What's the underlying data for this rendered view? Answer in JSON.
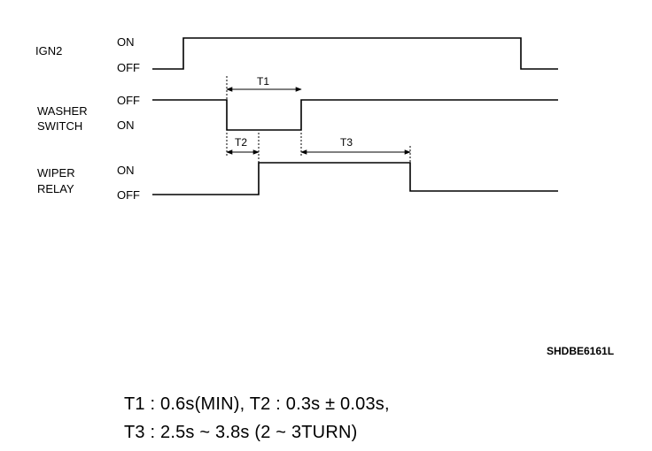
{
  "signals": [
    {
      "name": "IGN2",
      "states": [
        "ON",
        "OFF"
      ]
    },
    {
      "name_lines": [
        "WASHER",
        "SWITCH"
      ],
      "states": [
        "OFF",
        "ON"
      ]
    },
    {
      "name_lines": [
        "WIPER",
        "RELAY"
      ],
      "states": [
        "ON",
        "OFF"
      ]
    }
  ],
  "intervals": {
    "t1": "T1",
    "t2": "T2",
    "t3": "T3"
  },
  "figure_code": "SHDBE6161L",
  "notes": {
    "line1": "T1 : 0.6s(MIN), T2 : 0.3s ± 0.03s,",
    "line2": "T3 : 2.5s ~ 3.8s (2 ~ 3TURN)"
  }
}
